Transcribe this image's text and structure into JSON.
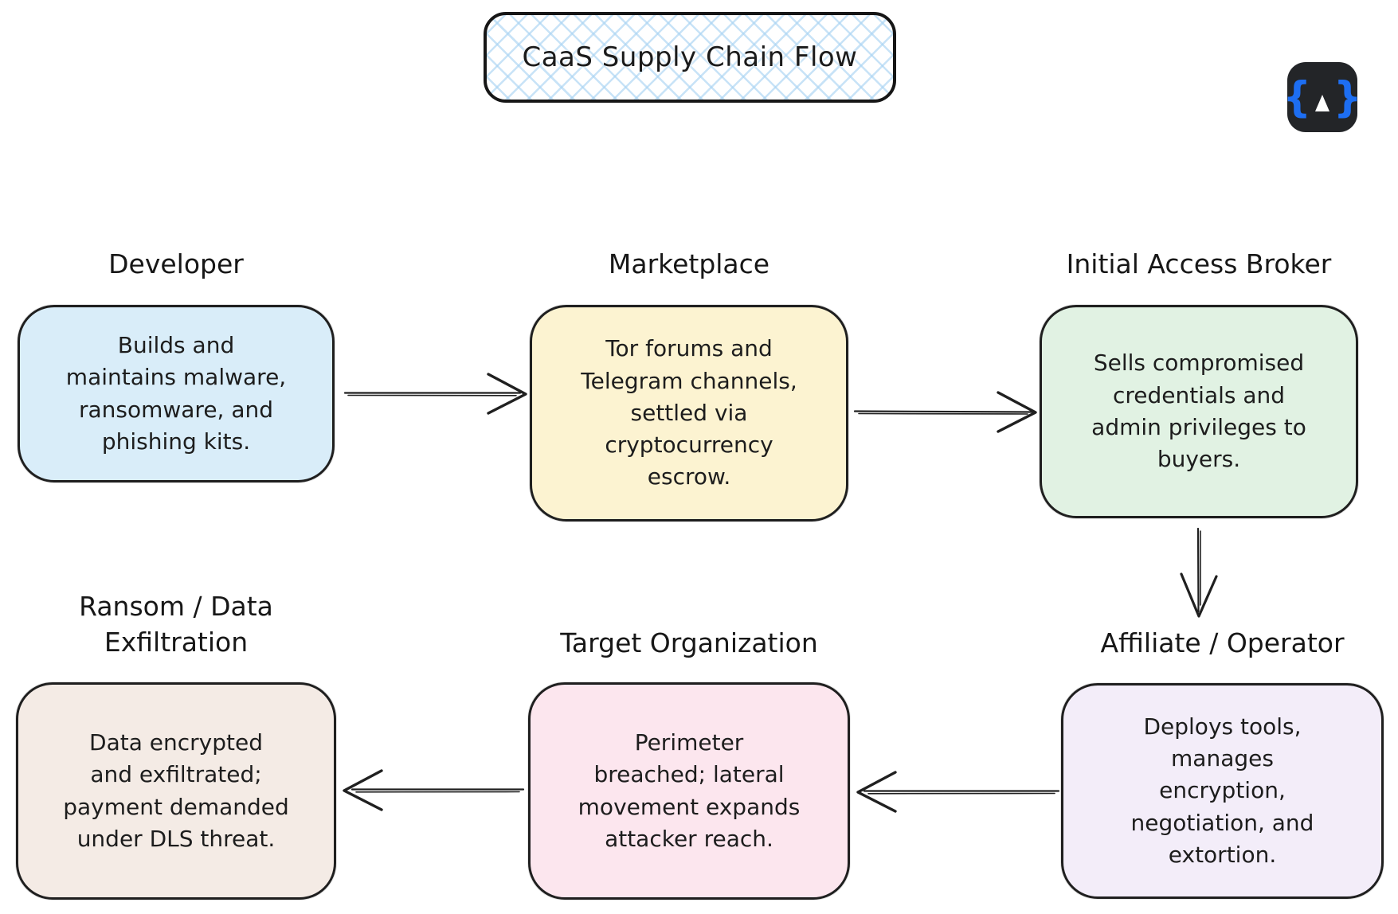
{
  "title": {
    "text": "CaaS Supply Chain Flow"
  },
  "logo": {
    "name": "code-lock-badge",
    "left_brace": "{",
    "right_brace": "}"
  },
  "colors": {
    "border": "#1f1f1f",
    "crosshatch_blue": "#aad4f3",
    "logo_bg": "#232528",
    "logo_braces": "#1d6ef2",
    "developer_fill": "#d9edf9",
    "marketplace_fill": "#fcf3d1",
    "initial_access_broker_fill": "#e1f2e3",
    "affiliate_operator_fill": "#f3edf9",
    "target_organization_fill": "#fce6ee",
    "ransom_fill": "#f4ebe5"
  },
  "nodes": {
    "developer": {
      "label": "Developer",
      "text": "Builds and\nmaintains malware,\nransomware, and\nphishing kits."
    },
    "marketplace": {
      "label": "Marketplace",
      "text": "Tor forums and\nTelegram channels,\nsettled via\ncryptocurrency\nescrow."
    },
    "initial_access_broker": {
      "label": "Initial Access Broker",
      "text": "Sells compromised\ncredentials and\nadmin privileges to\nbuyers."
    },
    "affiliate_operator": {
      "label": "Affiliate / Operator",
      "text": "Deploys tools,\nmanages\nencryption,\nnegotiation, and\nextortion."
    },
    "target_organization": {
      "label": "Target Organization",
      "text": "Perimeter\nbreached; lateral\nmovement expands\nattacker reach."
    },
    "ransom_data_exfiltration": {
      "label": "Ransom / Data\nExfiltration",
      "text": "Data encrypted\nand exfiltrated;\npayment demanded\nunder DLS threat."
    }
  },
  "edges": [
    {
      "from": "developer",
      "to": "marketplace"
    },
    {
      "from": "marketplace",
      "to": "initial_access_broker"
    },
    {
      "from": "initial_access_broker",
      "to": "affiliate_operator"
    },
    {
      "from": "affiliate_operator",
      "to": "target_organization"
    },
    {
      "from": "target_organization",
      "to": "ransom_data_exfiltration"
    }
  ]
}
